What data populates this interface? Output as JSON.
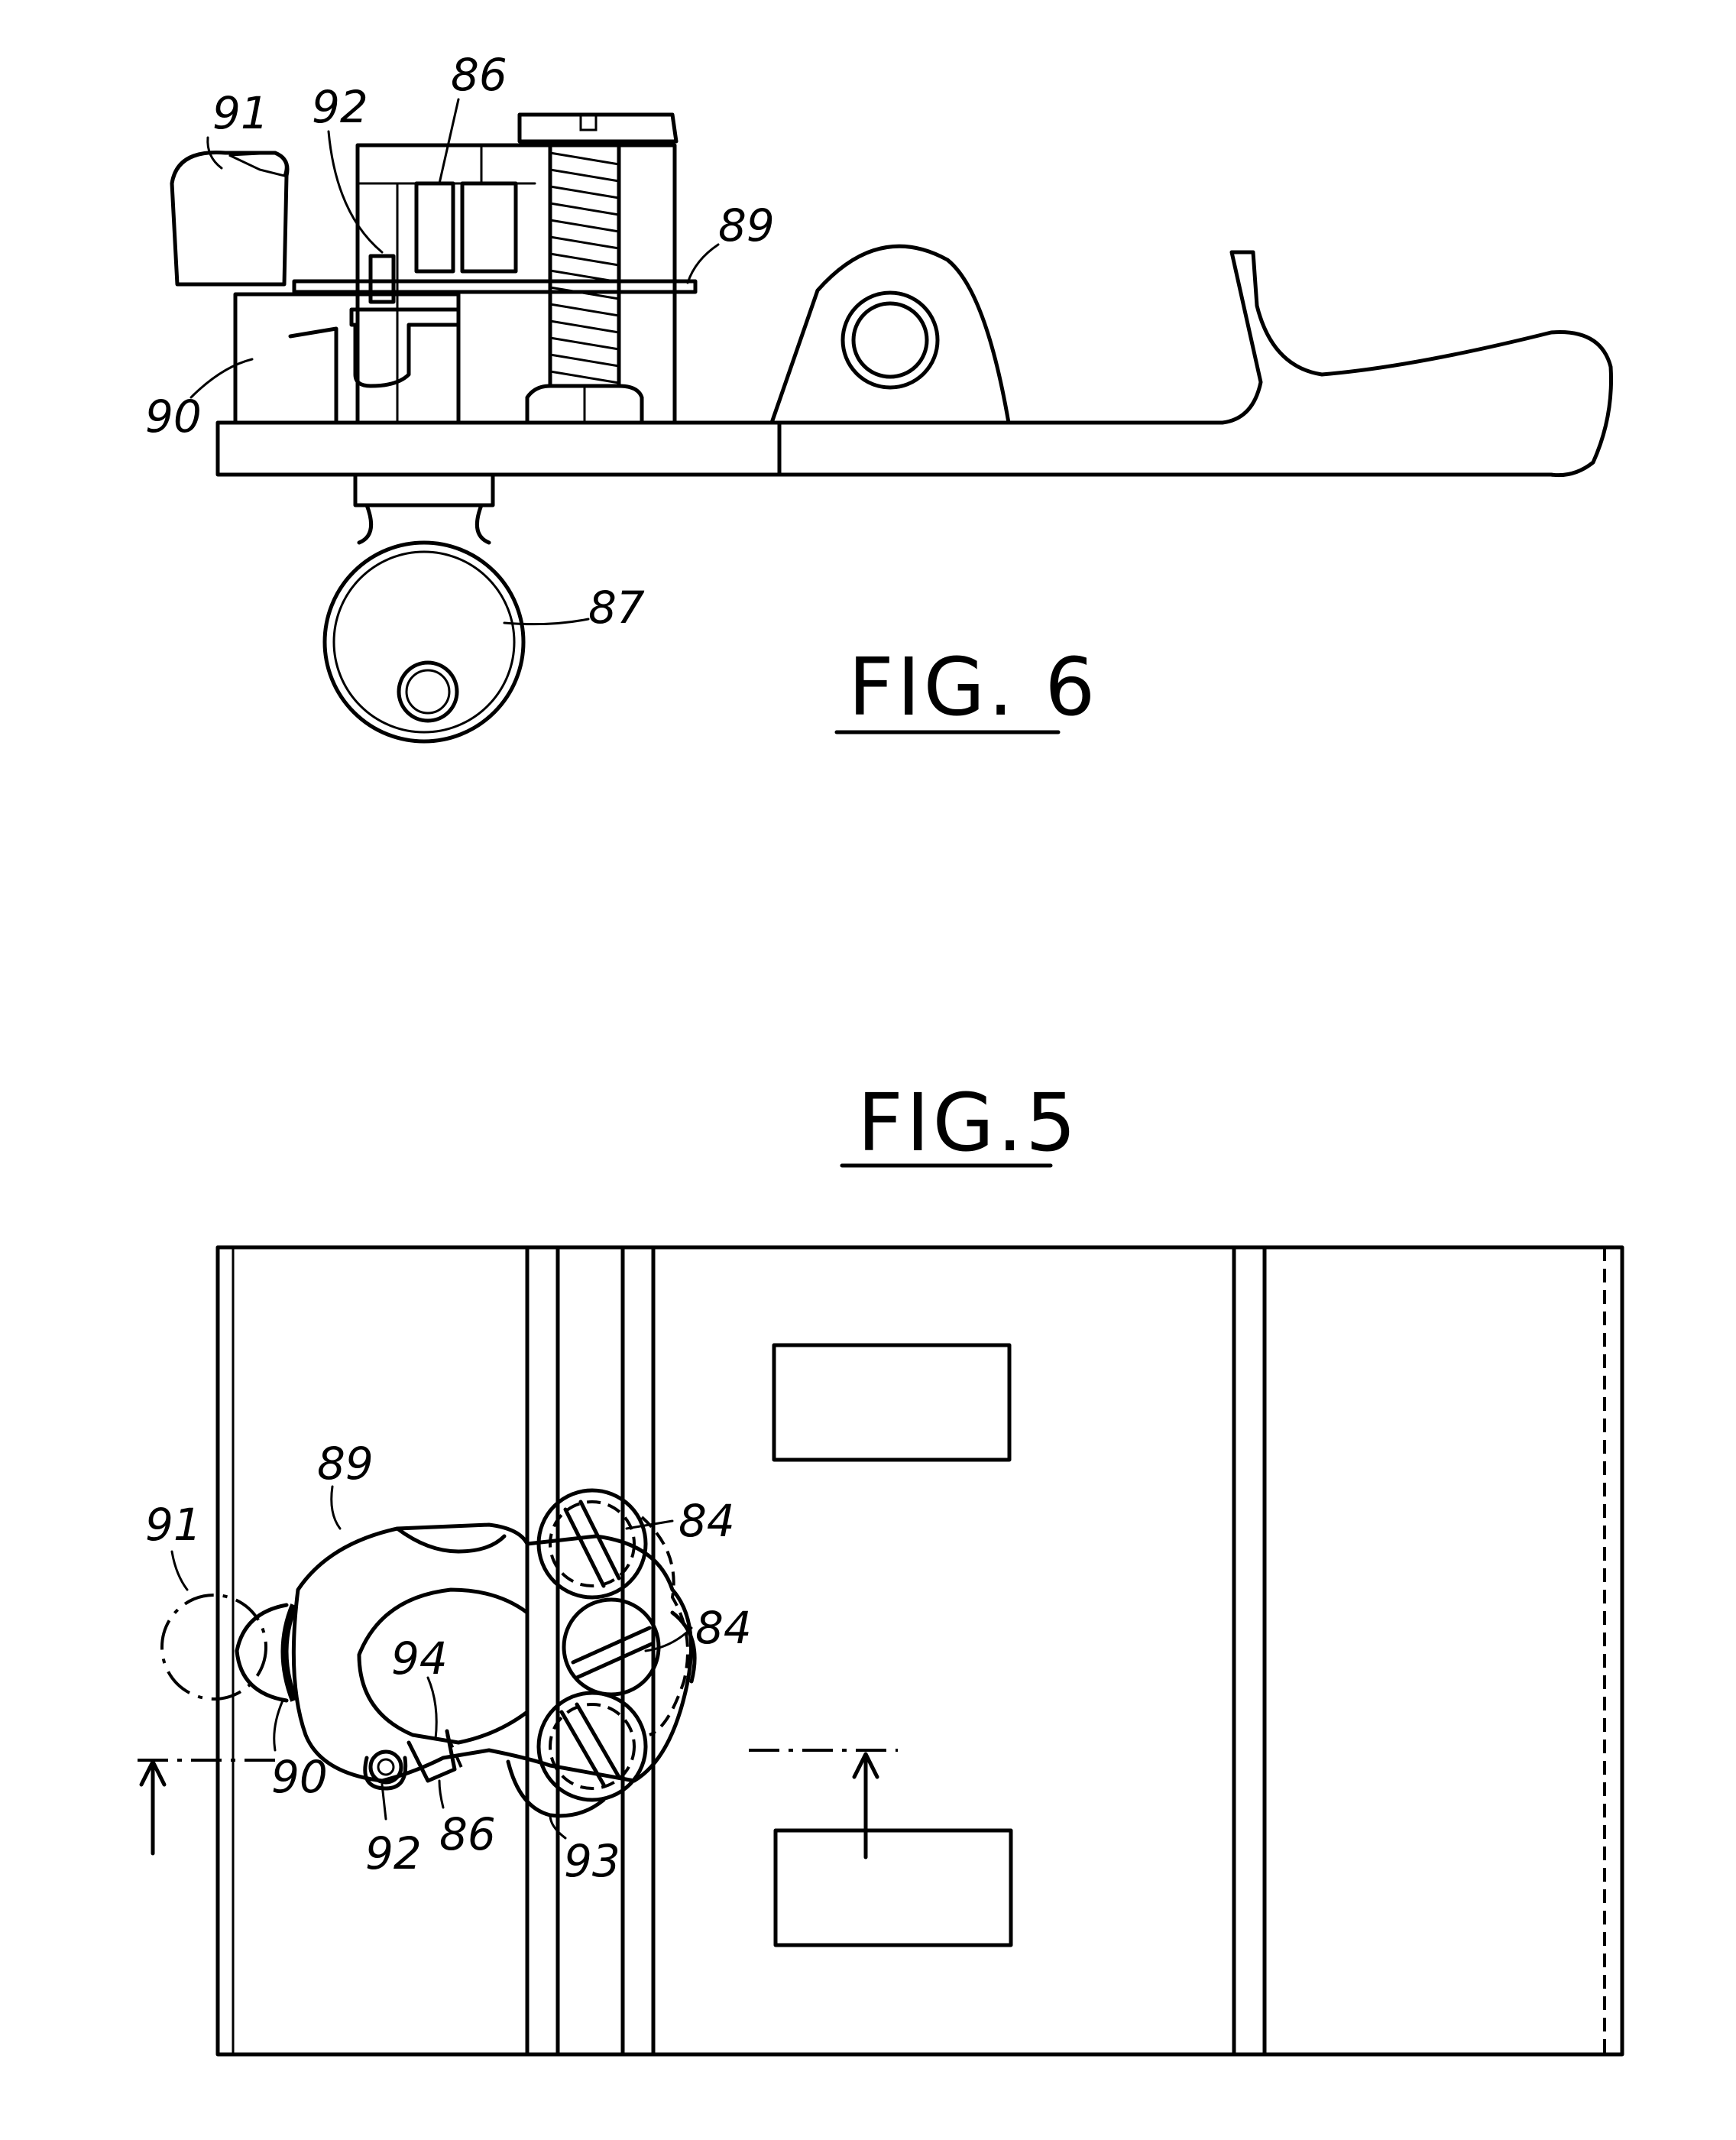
{
  "figures": {
    "fig6": {
      "title": "FIG. 6",
      "labels": {
        "l91": "91",
        "l92": "92",
        "l86": "86",
        "l89": "89",
        "l90": "90",
        "l87": "87"
      }
    },
    "fig5": {
      "title": "FIG.5",
      "labels": {
        "l91": "91",
        "l89": "89",
        "l84a": "84",
        "l84b": "84",
        "l94": "94",
        "l90": "90",
        "l92": "92",
        "l86": "86",
        "l93": "93"
      }
    }
  }
}
